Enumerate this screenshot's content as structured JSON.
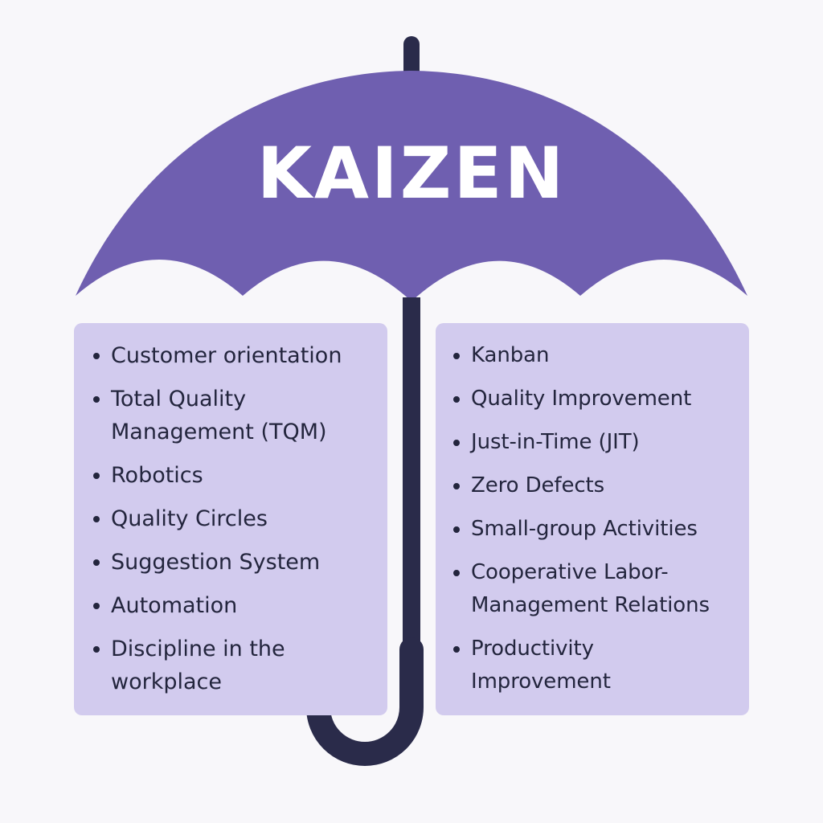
{
  "title": "KAIZEN",
  "colors": {
    "canopy": "#6f5fb0",
    "panel": "#d2cbee",
    "shaft": "#2a2b4a",
    "text": "#23253d",
    "background": "#f8f7fa"
  },
  "left_items": [
    "Customer orientation",
    "Total Quality Management (TQM)",
    "Robotics",
    "Quality Circles",
    "Suggestion System",
    "Automation",
    "Discipline in the workplace"
  ],
  "right_items": [
    "Kanban",
    "Quality Improvement",
    "Just-in-Time (JIT)",
    "Zero Defects",
    "Small-group Activities",
    "Cooperative Labor-Management Relations",
    "Productivity Improvement"
  ]
}
